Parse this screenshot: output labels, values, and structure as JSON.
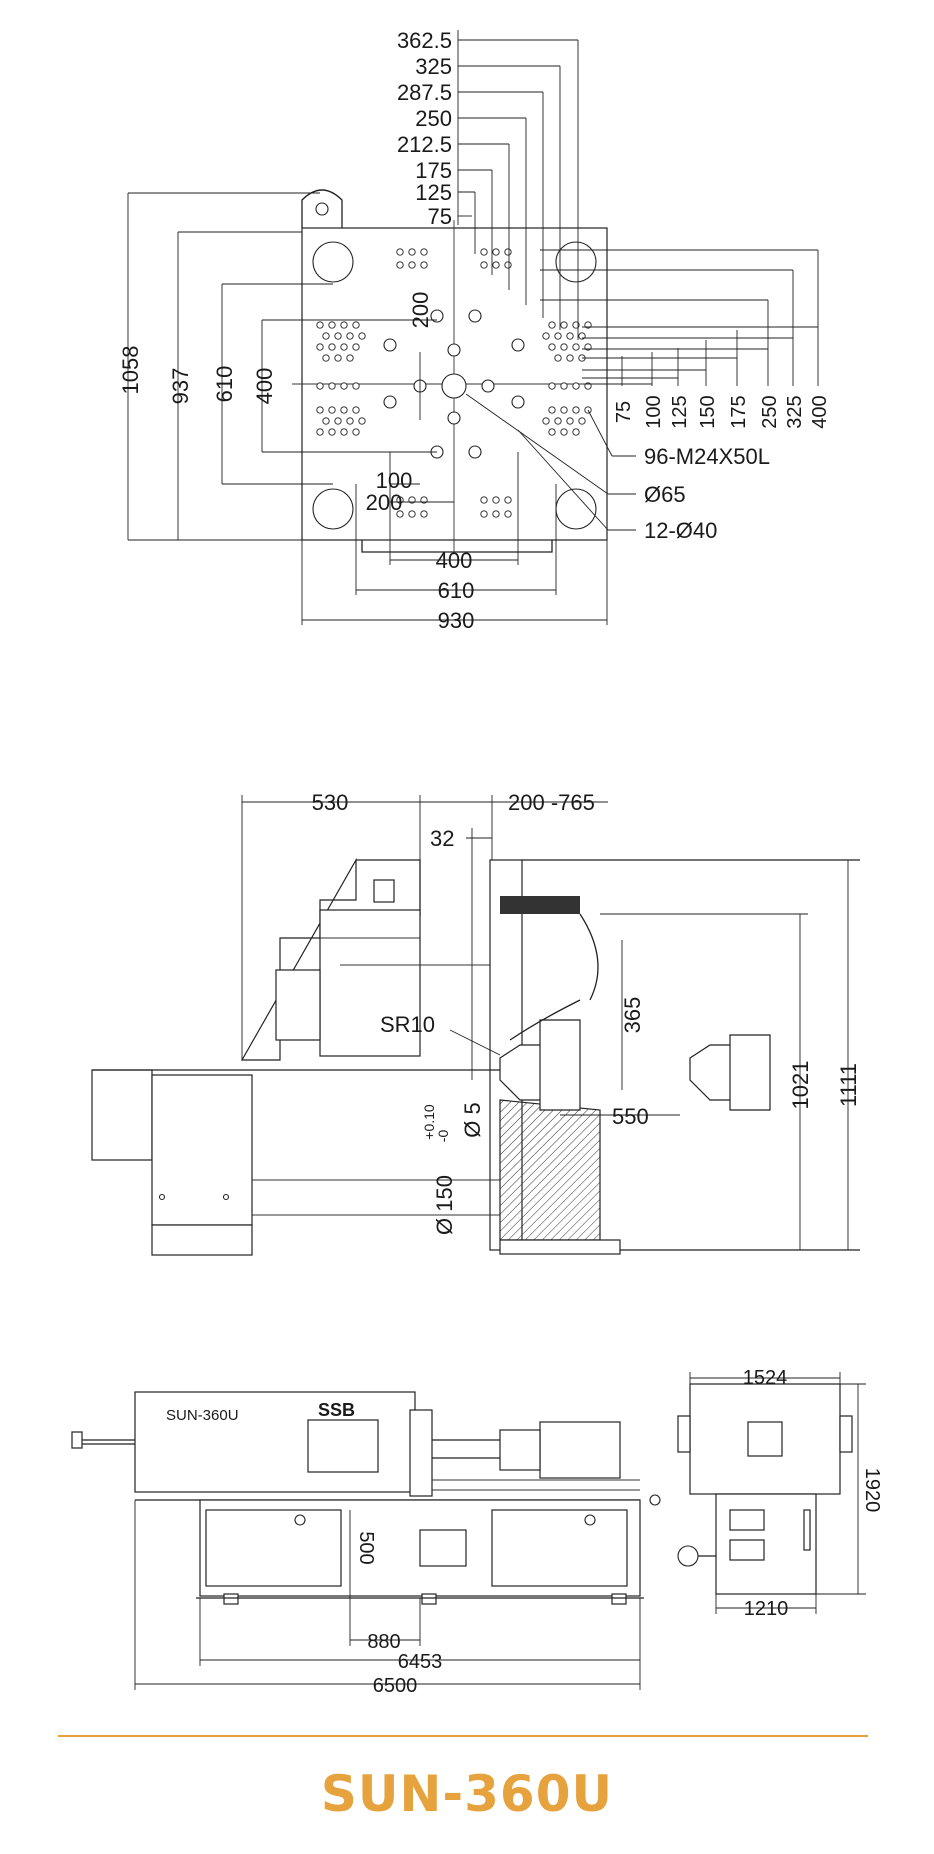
{
  "top_view": {
    "dims_top": [
      "362.5",
      "325",
      "287.5",
      "250",
      "212.5",
      "175",
      "125",
      "75"
    ],
    "dims_left": [
      "1058",
      "937",
      "610",
      "400"
    ],
    "dims_right": [
      "75",
      "100",
      "125",
      "150",
      "175",
      "250",
      "325",
      "400"
    ],
    "dims_bottom": [
      "400",
      "610",
      "930"
    ],
    "inner_200_vertical": "200",
    "inner_100": "100",
    "inner_200": "200",
    "label_holes": "96-M24X50L",
    "label_center": "Ø65",
    "label_ejector": "12-Ø40"
  },
  "side_view": {
    "dim_530": "530",
    "dim_range": "200 -765",
    "dim_32": "32",
    "dim_365": "365",
    "dim_sr10": "SR10",
    "dim_550": "550",
    "dim_1021": "1021",
    "dim_1111": "1111",
    "dim_d5": "Ø 5",
    "dim_d150": "Ø 150",
    "dim_tol_plus": "+0.10",
    "dim_tol_minus": "-0"
  },
  "machine_view": {
    "panel_model": "SUN-360U",
    "panel_brand": "SSB",
    "dim_500": "500",
    "dim_880": "880",
    "dim_6453": "6453",
    "dim_6500": "6500"
  },
  "end_view": {
    "dim_1524": "1524",
    "dim_1920": "1920",
    "dim_1210": "1210"
  },
  "footer": {
    "model_title": "SUN-360U"
  },
  "colors": {
    "accent": "#e6a23c",
    "ink": "#222222"
  }
}
